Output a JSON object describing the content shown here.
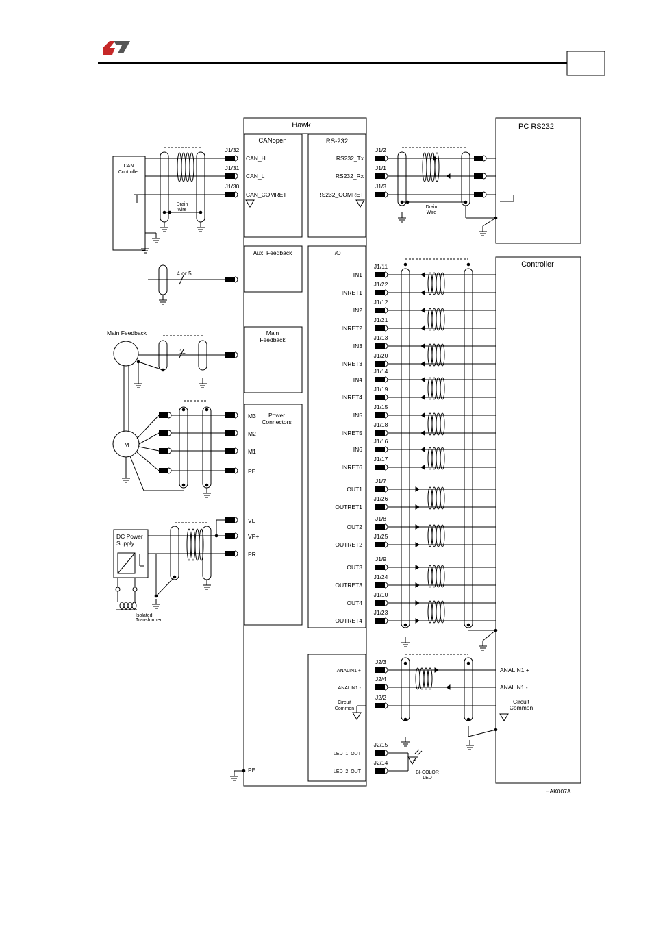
{
  "header": {
    "page_box_text": ""
  },
  "drive": {
    "title": "Hawk"
  },
  "sections": {
    "canopen": "CANopen",
    "rs232": "RS-232",
    "aux_feedback": "Aux. Feedback",
    "main_feedback": [
      "Main",
      "Feedback"
    ],
    "power_connectors": [
      "Power",
      "Connectors"
    ],
    "io": "I/O"
  },
  "external": {
    "pc_rs232": "PC RS232",
    "controller": "Controller",
    "can_controller": [
      "CAN",
      "Controller"
    ],
    "main_feedback_label": "Main Feedback",
    "motor": "M",
    "dc_power_supply": [
      "DC Power",
      "Supply"
    ],
    "isolated_transformer": [
      "Isolated",
      "Transformer"
    ],
    "bicolor_led": [
      "BI-COLOR",
      "LED"
    ],
    "drain_wire": [
      "Drain",
      "wire"
    ],
    "drain_wire_rs232": [
      "Drain",
      "Wire"
    ],
    "aux_wires": "4 or 5",
    "main_wires": "11",
    "circuit_common": [
      "Circuit",
      "Common"
    ]
  },
  "can_pins": [
    {
      "pin": "J1/32",
      "signal": "CAN_H"
    },
    {
      "pin": "J1/31",
      "signal": "CAN_L"
    },
    {
      "pin": "J1/30",
      "signal": "CAN_COMRET"
    }
  ],
  "rs232_pins": [
    {
      "pin": "J1/2",
      "signal": "RS232_Tx"
    },
    {
      "pin": "J1/1",
      "signal": "RS232_Rx"
    },
    {
      "pin": "J1/3",
      "signal": "RS232_COMRET"
    }
  ],
  "power_pins": [
    "M3",
    "M2",
    "M1",
    "PE"
  ],
  "supply_pins": [
    "VL",
    "VP+",
    "PR"
  ],
  "io_pins": [
    {
      "pin": "J1/11",
      "signal": "IN1"
    },
    {
      "pin": "J1/22",
      "signal": "INRET1"
    },
    {
      "pin": "J1/12",
      "signal": "IN2"
    },
    {
      "pin": "J1/21",
      "signal": "INRET2"
    },
    {
      "pin": "J1/13",
      "signal": "IN3"
    },
    {
      "pin": "J1/20",
      "signal": "INRET3"
    },
    {
      "pin": "J1/14",
      "signal": "IN4"
    },
    {
      "pin": "J1/19",
      "signal": "INRET4"
    },
    {
      "pin": "J1/15",
      "signal": "IN5"
    },
    {
      "pin": "J1/18",
      "signal": "INRET5"
    },
    {
      "pin": "J1/16",
      "signal": "IN6"
    },
    {
      "pin": "J1/17",
      "signal": "INRET6"
    },
    {
      "pin": "J1/7",
      "signal": "OUT1"
    },
    {
      "pin": "J1/26",
      "signal": "OUTRET1"
    },
    {
      "pin": "J1/8",
      "signal": "OUT2"
    },
    {
      "pin": "J1/25",
      "signal": "OUTRET2"
    },
    {
      "pin": "J1/9",
      "signal": "OUT3"
    },
    {
      "pin": "J1/24",
      "signal": "OUTRET3"
    },
    {
      "pin": "J1/10",
      "signal": "OUT4"
    },
    {
      "pin": "J1/23",
      "signal": "OUTRET4"
    }
  ],
  "analog_pins": [
    {
      "pin": "J2/3",
      "signal": "ANALIN1 +",
      "controller": "ANALIN1 +"
    },
    {
      "pin": "J2/4",
      "signal": "ANALIN1 -",
      "controller": "ANALIN1 -"
    },
    {
      "pin": "J2/2",
      "signal": "Circuit Common"
    }
  ],
  "led_pins": [
    {
      "pin": "J2/15",
      "signal": "LED_1_OUT"
    },
    {
      "pin": "J2/14",
      "signal": "LED_2_OUT"
    }
  ],
  "pe_label": "PE",
  "figure_id": "HAK007A"
}
